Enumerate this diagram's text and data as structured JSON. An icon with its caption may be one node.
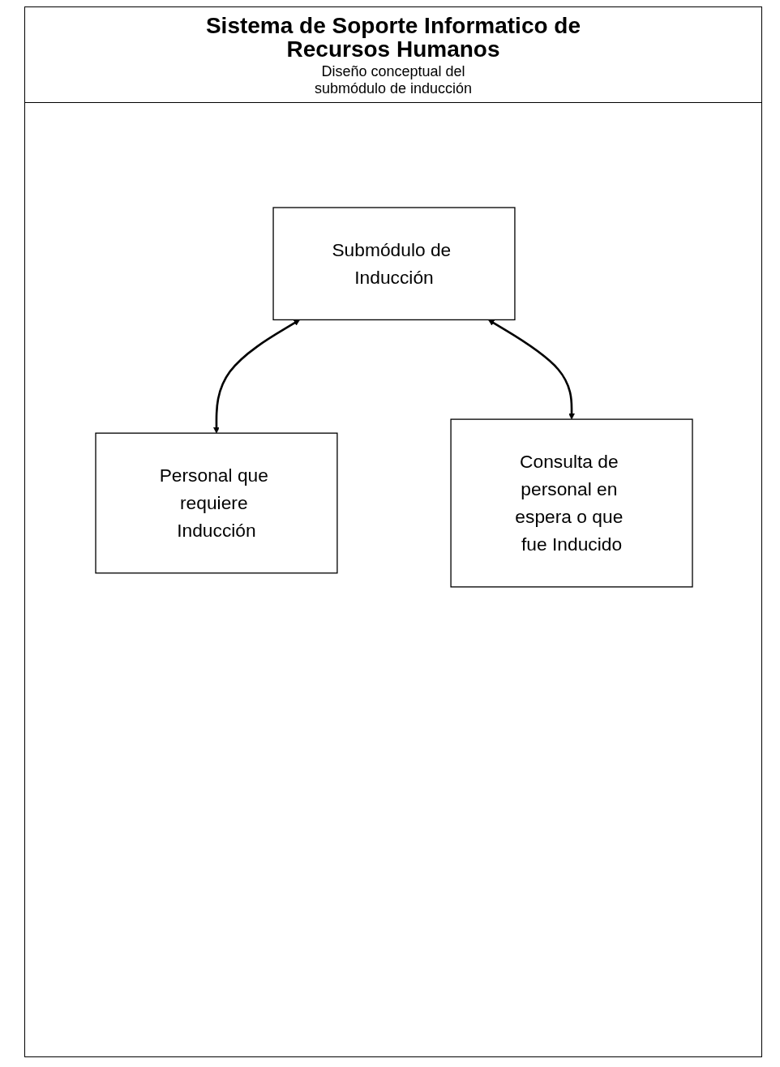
{
  "diagram": {
    "title": "Sistema de Soporte Informatico de Recursos Humanos",
    "nodes": [
      {
        "text": [
          "Submódulo de Inducción"
        ]
      },
      {
        "text": [
          "Personal que requiere Inducción"
        ]
      },
      {
        "text": [
          "Consulta de personal en espera o que fue Inducido"
        ]
      }
    ],
    "edges": [
      {
        "from": 0,
        "to": 1,
        "arrow": "both"
      },
      {
        "from": 0,
        "to": 2,
        "arrow": "both"
      }
    ],
    "labels": [
      "Diseño conceptual del submódulo de inducción"
    ]
  }
}
